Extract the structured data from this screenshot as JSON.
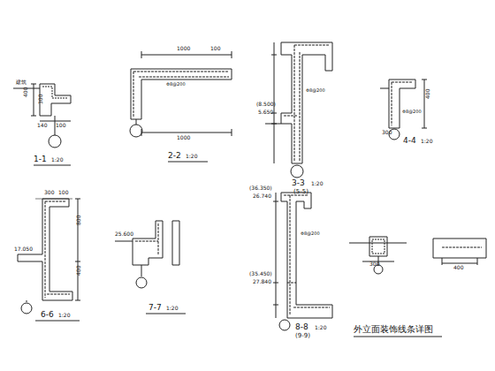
{
  "diagram": {
    "labels": [
      "建筑",
      "400",
      "300",
      "140",
      "100",
      "1-1",
      "1:20",
      "1000",
      "100",
      "Φ8@200",
      "1000",
      "2-2",
      "1:20",
      "(8.500)",
      "5.650",
      "Φ8@200",
      "3-3",
      "1:20",
      "(5-5)",
      "400",
      "Φ8@200",
      "300",
      "4-4",
      "1:20",
      "300",
      "100",
      "800",
      "17.050",
      "400",
      "6-6",
      "1:20",
      "25.600",
      "7-7",
      "1:20",
      "(36.350)",
      "26.740",
      "(35.450)",
      "27.840",
      "Φ8@200",
      "8-8",
      "1:20",
      "(9-9)",
      "外立面装饰线条详图",
      "300",
      "400"
    ]
  }
}
